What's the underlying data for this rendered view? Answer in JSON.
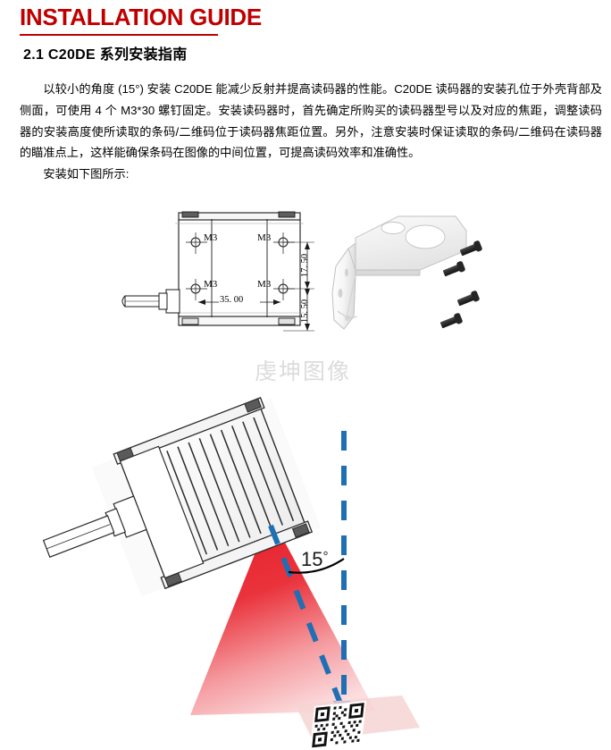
{
  "document": {
    "title": "INSTALLATION GUIDE",
    "title_color": "#C00000",
    "section_heading": "2.1 C20DE 系列安装指南",
    "watermark": "虔坤图像"
  },
  "body": {
    "paragraphs": [
      "以较小的角度 (15°) 安装 C20DE 能减少反射并提高读码器的性能。C20DE 读码器的安装孔位于外壳背部及侧面，可使用 4 个  M3*30  螺钉固定。安装读码器时，首先确定所购买的读码器型号以及对应的焦距，调整读码器的安装高度使所读取的条码/二维码位于读码器焦距位置。另外，注意安装时保证读取的条码/二维码在读码器的瞄准点上，这样能确保条码在图像的中间位置，可提高读码效率和准确性。",
      "安装如下图所示:"
    ]
  },
  "figure_mechanical": {
    "caption_absent": true,
    "hole_labels": [
      "M3",
      "M3",
      "M3",
      "M3"
    ],
    "dimensions": {
      "horizontal": "35. 00",
      "vertical_upper": "17. 50",
      "vertical_lower": "15. 50"
    },
    "parts": {
      "bracket_name": "mounting-bracket",
      "screw_count": 4,
      "screw_color": "#333333",
      "bracket_color": "#F2F2F2"
    }
  },
  "figure_angle": {
    "angle_value": "15",
    "angle_unit": "°",
    "beam_color": "#E8212B",
    "axis_color": "#1F6FB5",
    "code_label": "datamatrix-code"
  }
}
